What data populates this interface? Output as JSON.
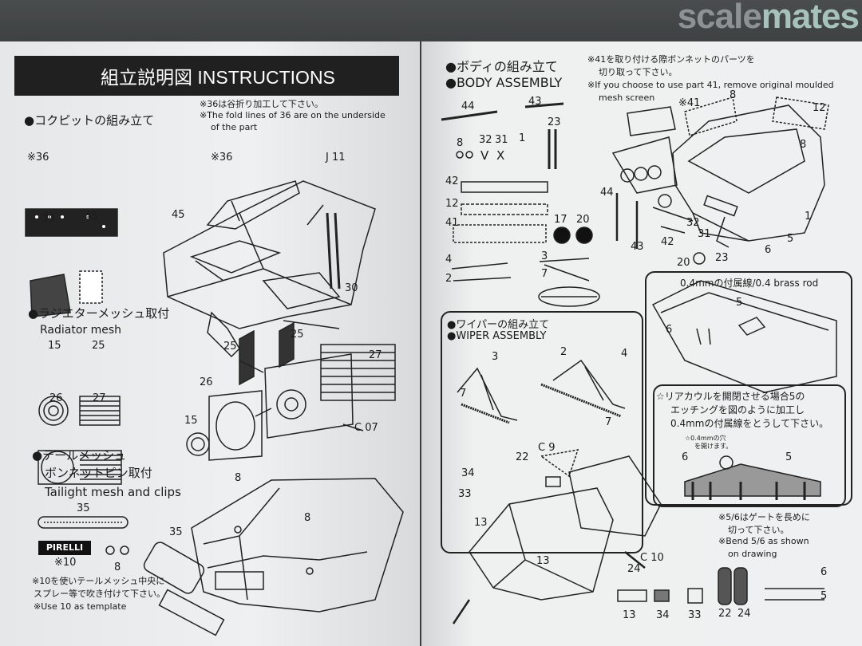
{
  "watermark": {
    "part1": "scale",
    "part2": "mates"
  },
  "left": {
    "header": "組立説明図 INSTRUCTIONS",
    "cockpit_title": "●コクピットの組み立て",
    "note36_jp": "※36は谷折り加工して下さい。",
    "note36_en1": "※The fold lines of  36 are on the underside",
    "note36_en2": "of the part",
    "lbl_36a": "※36",
    "lbl_36b": "※36",
    "lbl_j11": "J 11",
    "lbl_45a": "45",
    "lbl_45b": "45",
    "lbl_30a": "30",
    "lbl_30b": "30",
    "radiator_jp": "●ラジエターメッシュ取付",
    "radiator_en": "Radiator mesh",
    "lbl_15a": "15",
    "lbl_25a": "25",
    "lbl_26a": "26",
    "lbl_27a": "27",
    "lbl_25b": "25",
    "lbl_25c": "25",
    "lbl_27b": "27",
    "lbl_26b": "26",
    "lbl_15b": "15",
    "lbl_c07": "C 07",
    "tail_jp1": "●テールメッシュ",
    "tail_jp2": "ボンネットピン取付",
    "tail_en": "Tailight mesh and clips",
    "lbl_35a": "35",
    "lbl_35b": "35",
    "lbl_8a": "8",
    "lbl_8b": "8",
    "lbl_8c": "8",
    "pirelli": "PIRELLI",
    "lbl_x10": "※10",
    "note10_jp1": "※10を使いテールメッシュ中央に",
    "note10_jp2": "スプレー等で吹き付けて下さい。",
    "note10_en": "※Use 10 as template"
  },
  "right": {
    "body_jp": "●ボディの組み立て",
    "body_en": "●BODY ASSEMBLY",
    "note41_jp1": "※41を取り付ける際ボンネットのパーツを",
    "note41_jp2": "切り取って下さい。",
    "note41_en1": "※If you choose to use part 41, remove original moulded",
    "note41_en2": "mesh screen",
    "parts": {
      "p44": "44",
      "p43": "43",
      "p8": "8",
      "p32": "32",
      "p31": "31",
      "p1": "1",
      "p23": "23",
      "pV": "V",
      "pX": "X",
      "p42": "42",
      "p12": "12",
      "p41": "41",
      "p17": "17",
      "p20": "20",
      "p4": "4",
      "p3": "3",
      "p2": "2",
      "p7": "7"
    },
    "car": {
      "x41": "※41",
      "c8a": "8",
      "c12": "12",
      "c8b": "8",
      "c44": "44",
      "c1": "1",
      "c32": "32",
      "c31": "31",
      "c5": "5",
      "c6": "6",
      "c42": "42",
      "c43": "43",
      "c20": "20",
      "c23": "23"
    },
    "wiper_jp": "●ワイパーの組み立て",
    "wiper_en": "●WIPER ASSEMBLY",
    "w3": "3",
    "w2": "2",
    "w4": "4",
    "w7a": "7",
    "w7b": "7",
    "brass": "0.4mmの付属線/0.4 brass rod",
    "b5": "5",
    "b6": "6",
    "rear_jp1": "☆リアカウルを開閉させる場合5の",
    "rear_jp2": "エッチングを図のように加工し",
    "rear_jp3": "0.4mmの付属線をとうして下さい。",
    "hole1": "☆0.4mmの穴",
    "hole2": "を開けます。",
    "r6": "6",
    "r5": "5",
    "lower": {
      "c9": "C 9",
      "p22": "22",
      "p34": "34",
      "p33": "33",
      "p13a": "13",
      "p13b": "13",
      "p24": "24",
      "c10": "C 10"
    },
    "bend_jp1": "※5/6はゲートを長めに",
    "bend_jp2": "切って下さい。",
    "bend_en1": "※Bend 5/6 as shown",
    "bend_en2": "on drawing",
    "bottom": {
      "b13": "13",
      "b34": "34",
      "b33": "33",
      "b22": "22",
      "b24": "24",
      "b6": "6",
      "b5": "5"
    }
  }
}
